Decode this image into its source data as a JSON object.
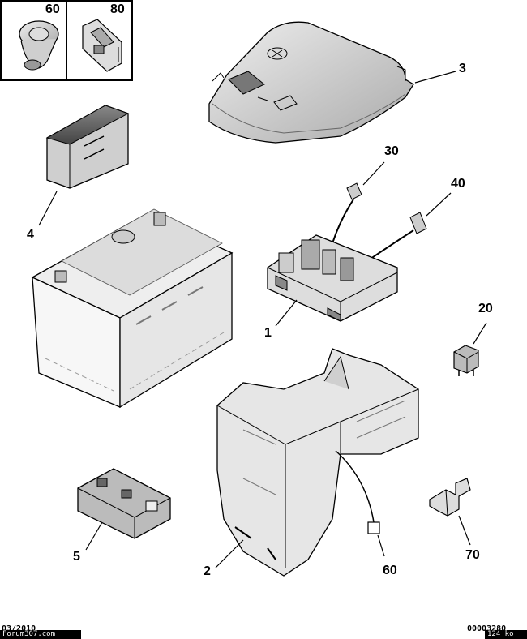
{
  "callouts": {
    "c60_inset": "60",
    "c80_inset": "80",
    "c3": "3",
    "c4": "4",
    "c30": "30",
    "c40": "40",
    "c1": "1",
    "c20": "20",
    "c5": "5",
    "c2": "2",
    "c60": "60",
    "c70": "70"
  },
  "footer": {
    "date": "03/2010",
    "site": "Forum307.com",
    "ref": "00003280",
    "size": "124 ko"
  }
}
